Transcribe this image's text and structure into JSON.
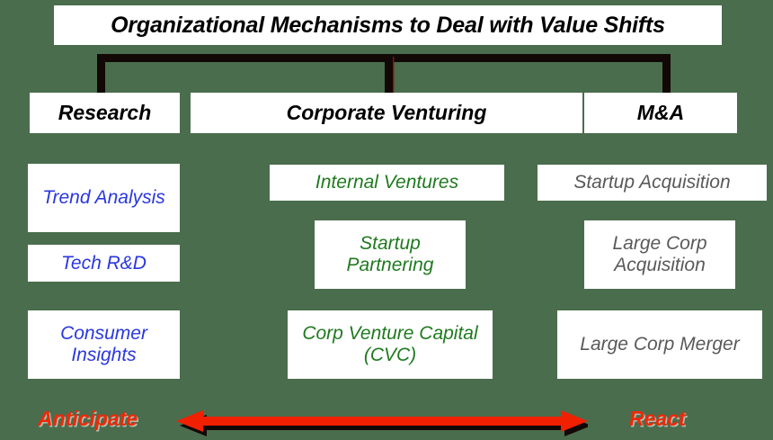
{
  "diagram": {
    "title": "Organizational Mechanisms to Deal with Value Shifts",
    "background_color": "#4a6d4d",
    "categories": [
      {
        "id": "research",
        "label": "Research",
        "accent_color": "#2a37e0",
        "items": [
          {
            "label": "Trend Analysis"
          },
          {
            "label": "Tech R&D"
          },
          {
            "label": "Consumer Insights"
          }
        ]
      },
      {
        "id": "corporate-venturing",
        "label": "Corporate Venturing",
        "accent_color": "#1f7a1f",
        "items": [
          {
            "label": "Internal Ventures"
          },
          {
            "label": "Startup Partnering"
          },
          {
            "label": "Corp Venture Capital (CVC)"
          }
        ]
      },
      {
        "id": "mergers-acquisitions",
        "label": "M&A",
        "accent_color": "#595959",
        "items": [
          {
            "label": "Startup Acquisition"
          },
          {
            "label": "Large Corp Acquisition"
          },
          {
            "label": "Large Corp Merger"
          }
        ]
      }
    ],
    "spectrum": {
      "left_label": "Anticipate",
      "right_label": "React",
      "arrow_color": "#f02000",
      "label_color": "#f02808",
      "arrow_type": "double-headed-horizontal"
    },
    "connector": {
      "type": "bracket",
      "color": "#120806",
      "branch_count": 3
    }
  }
}
